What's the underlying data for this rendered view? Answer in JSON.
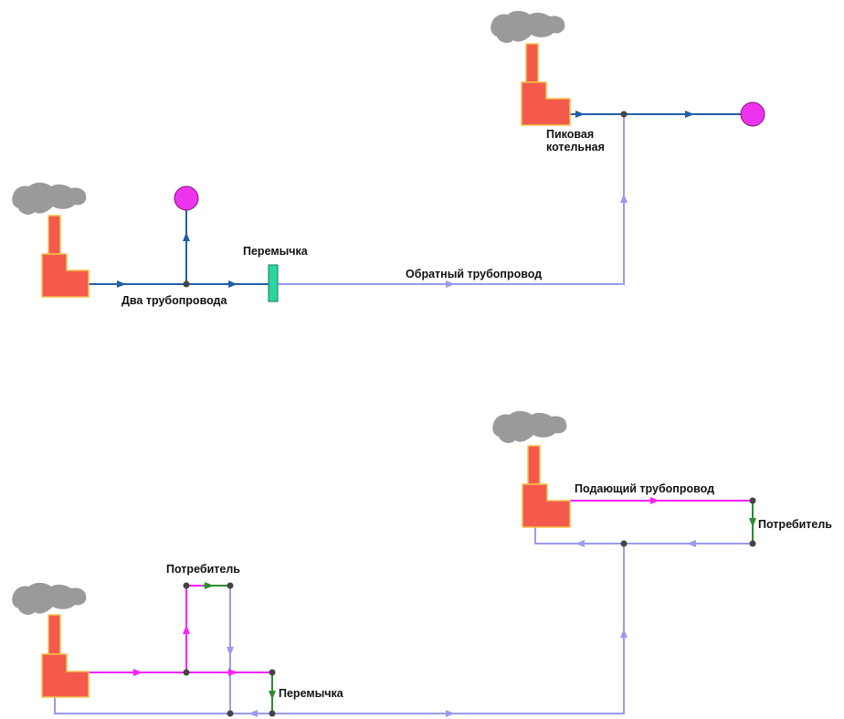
{
  "labels": {
    "peak_boiler_line1": "Пиковая",
    "peak_boiler_line2": "котельная",
    "two_pipelines": "Два трубопровода",
    "jumper_top": "Перемычка",
    "return_pipeline": "Обратный трубопровод",
    "supply_pipeline": "Подающий трубопровод",
    "consumer_right": "Потребитель",
    "consumer_left": "Потребитель",
    "jumper_bottom": "Перемычка"
  },
  "colors": {
    "background": "#ffffff",
    "pipe_dark_blue": "#1f5fa8",
    "pipe_light_blue": "#9a9af0",
    "pipe_magenta": "#ff20ff",
    "pipe_green": "#2e8b2e",
    "plant_fill": "#f45a4c",
    "plant_outline": "#f2c24a",
    "smoke": "#9a9a9a",
    "consumer_circle": "#ee33ee",
    "jumper_fill": "#28d7a0",
    "node": "#444444"
  },
  "icons": {
    "plant": "boiler-plant-icon",
    "smoke": "smoke-cloud-icon",
    "consumer": "consumer-circle-icon",
    "jumper": "jumper-rect-icon",
    "node": "junction-node-icon"
  }
}
